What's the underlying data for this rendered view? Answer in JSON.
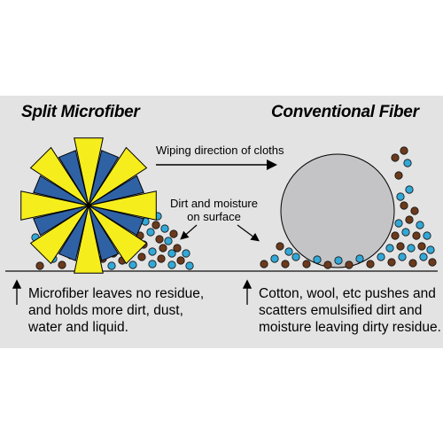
{
  "titles": {
    "left": "Split Microfiber",
    "right": "Conventional Fiber"
  },
  "labels": {
    "wiping_direction": "Wiping direction of cloths",
    "dirt_line1": "Dirt and moisture",
    "dirt_line2": "on surface"
  },
  "captions": {
    "left": [
      "Microfiber leaves no residue,",
      "and holds more dirt, dust,",
      "water and liquid."
    ],
    "right": [
      "Cotton, wool, etc pushes and",
      "scatters emulsified dirt and",
      "moisture leaving dirty residue."
    ]
  },
  "colors": {
    "panel": "#e3e3e3",
    "blade_yellow": "#f6ee1c",
    "blade_blue": "#2f62a5",
    "ball_blue": "#33a8d6",
    "ball_brown": "#6b3a1c",
    "circle_fill": "#c4c4c6",
    "surface_line": "#333333"
  }
}
